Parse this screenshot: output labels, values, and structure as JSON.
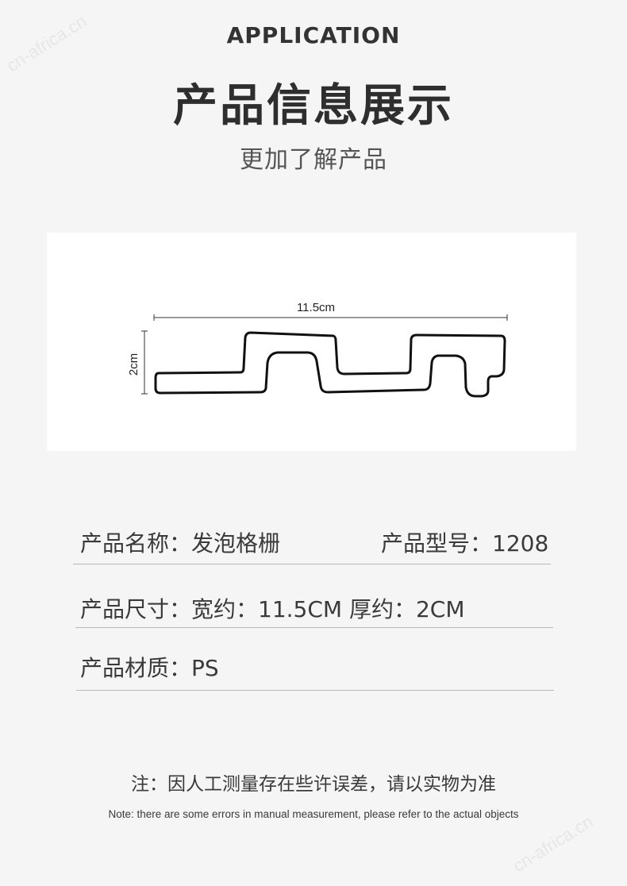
{
  "watermark": "cn-africa.cn",
  "header": {
    "title_en": "APPLICATION",
    "title_cn": "产品信息展示",
    "subtitle": "更加了解产品"
  },
  "diagram": {
    "width_label": "11.5cm",
    "height_label": "2cm"
  },
  "info": {
    "name": "产品名称：发泡格栅",
    "model": "产品型号：1208",
    "size": "产品尺寸：宽约：11.5CM 厚约：2CM",
    "material": "产品材质：PS"
  },
  "note": {
    "cn": "注：因人工测量存在些许误差，请以实物为准",
    "en": "Note: there are some errors in manual measurement, please refer to the actual objects"
  }
}
